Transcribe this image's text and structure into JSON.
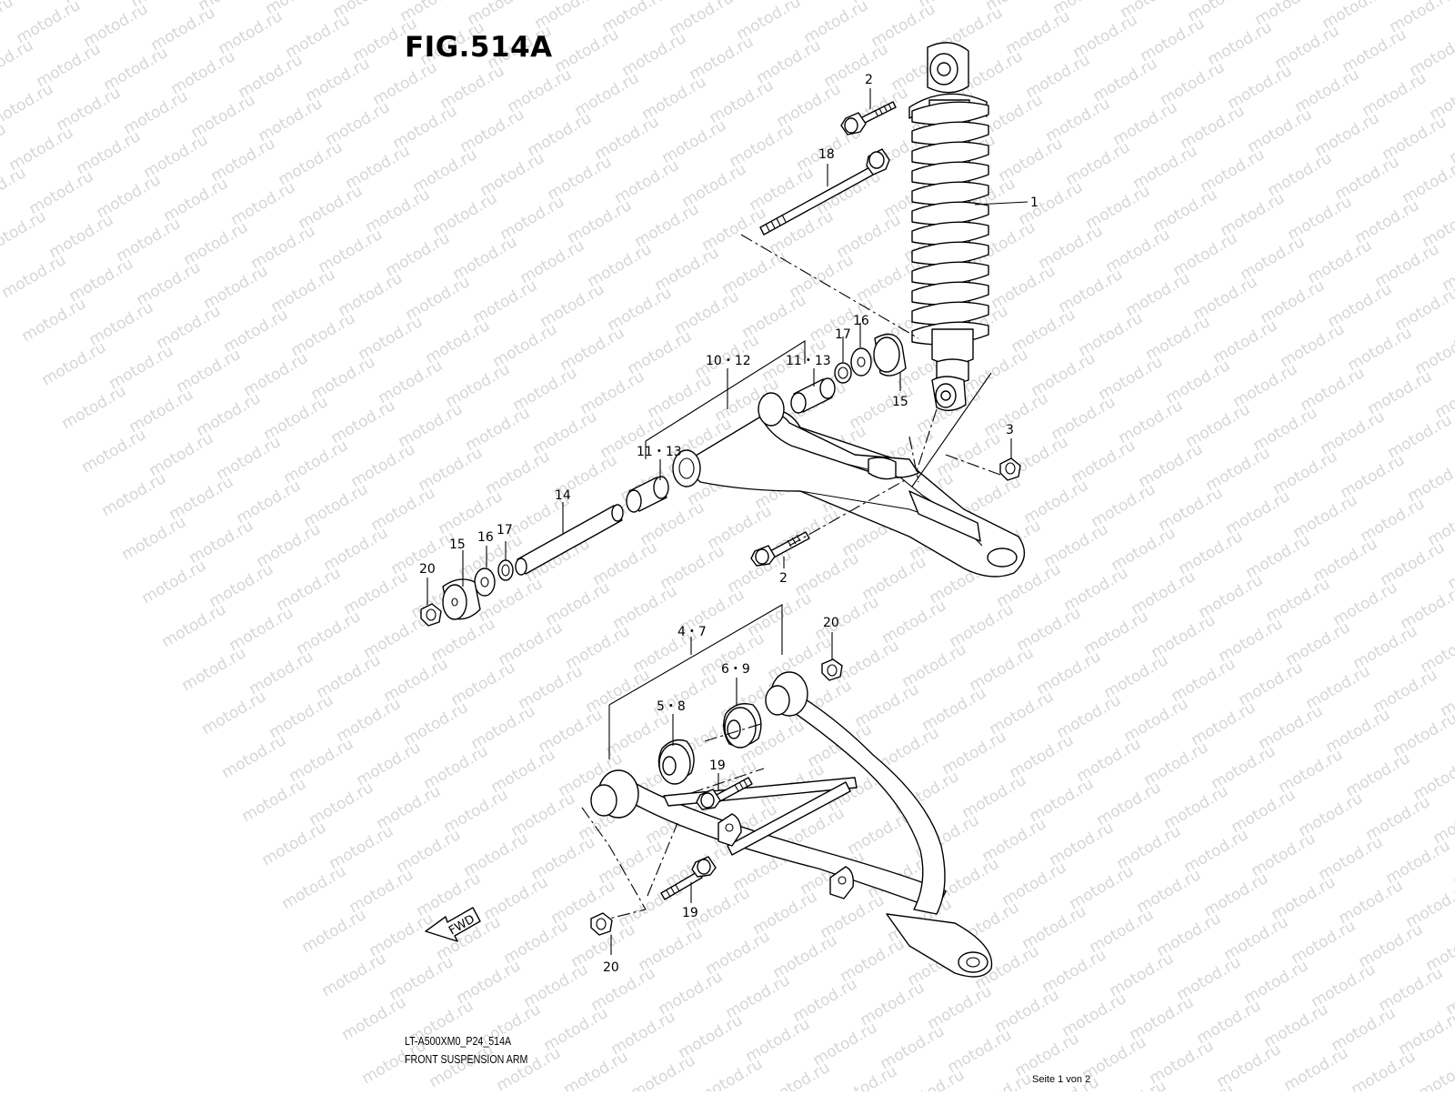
{
  "figure": {
    "title": "FIG.514A",
    "code": "LT-A500XM0_P24_514A",
    "name": "FRONT SUSPENSION ARM",
    "page": "Seite 1 von 2",
    "watermark": "motod.ru",
    "fwd_label": "FWD"
  },
  "callouts": {
    "c1": "1",
    "c2_top": "2",
    "c2_bottom": "2",
    "c3": "3",
    "c4_7": "4・7",
    "c5_8": "5・8",
    "c6_9": "6・9",
    "c10_12": "10・12",
    "c11_13_top": "11・13",
    "c11_13_mid": "11・13",
    "c14": "14",
    "c15_right": "15",
    "c15_left": "15",
    "c16_right": "16",
    "c16_left": "16",
    "c17_right": "17",
    "c17_left": "17",
    "c18": "18",
    "c19_upper": "19",
    "c19_lower": "19",
    "c20_left": "20",
    "c20_right": "20",
    "c20_bottom": "20"
  }
}
